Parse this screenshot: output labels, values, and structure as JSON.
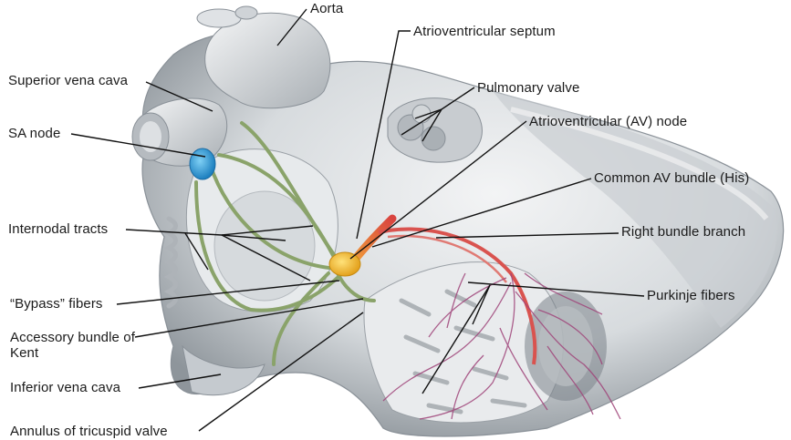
{
  "figure": {
    "subject": "Conduction system of the heart (right-side cutaway view)",
    "colors": {
      "background": "#ffffff",
      "tissue_light": "#e6e8ea",
      "tissue_mid": "#b9bec3",
      "tissue_dark": "#6f767d",
      "sa_node": "#3a9fd6",
      "av_node": "#f2c23a",
      "his_bundle": "#e2574c",
      "internodal_tracts": "#8aa36a",
      "purkinje": "#a0457a",
      "leader_line": "#111111",
      "label_text": "#1a1a1a"
    }
  },
  "labels": {
    "aorta": "Aorta",
    "av_septum": "Atrioventricular septum",
    "superior_vena_cava": "Superior vena cava",
    "pulmonary_valve": "Pulmonary valve",
    "sa_node": "SA node",
    "av_node": "Atrioventricular (AV) node",
    "common_av_bundle": "Common AV bundle (His)",
    "internodal_tracts": "Internodal tracts",
    "right_bundle_branch": "Right bundle branch",
    "bypass_fibers": "“Bypass” fibers",
    "purkinje_fibers": "Purkinje fibers",
    "accessory_bundle": "Accessory bundle of Kent",
    "inferior_vena_cava": "Inferior vena cava",
    "annulus_tricuspid": "Annulus of tricuspid valve"
  }
}
